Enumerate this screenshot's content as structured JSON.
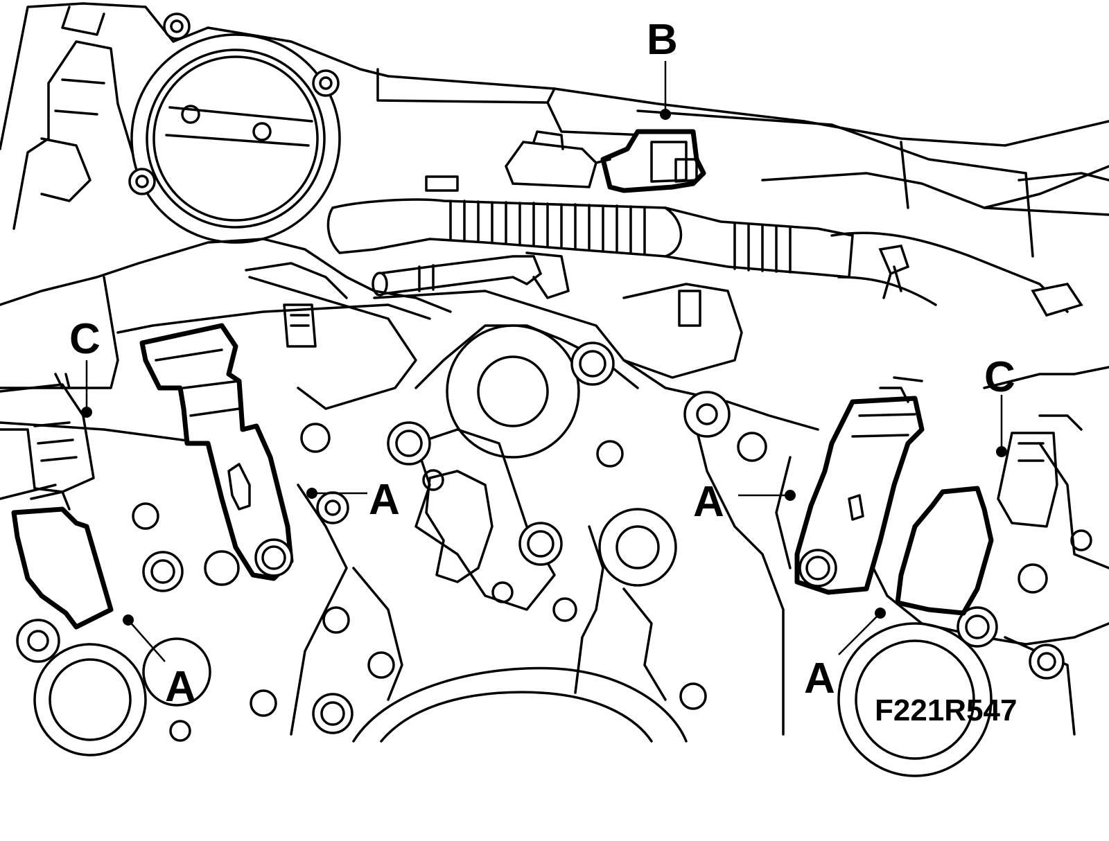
{
  "figure": {
    "code": "F221R547",
    "callouts": {
      "b": "B",
      "c_left": "C",
      "c_right": "C",
      "a_left_sensor": "A",
      "a_bottom_left": "A",
      "a_right_sensor": "A",
      "a_bottom_right": "A"
    }
  }
}
